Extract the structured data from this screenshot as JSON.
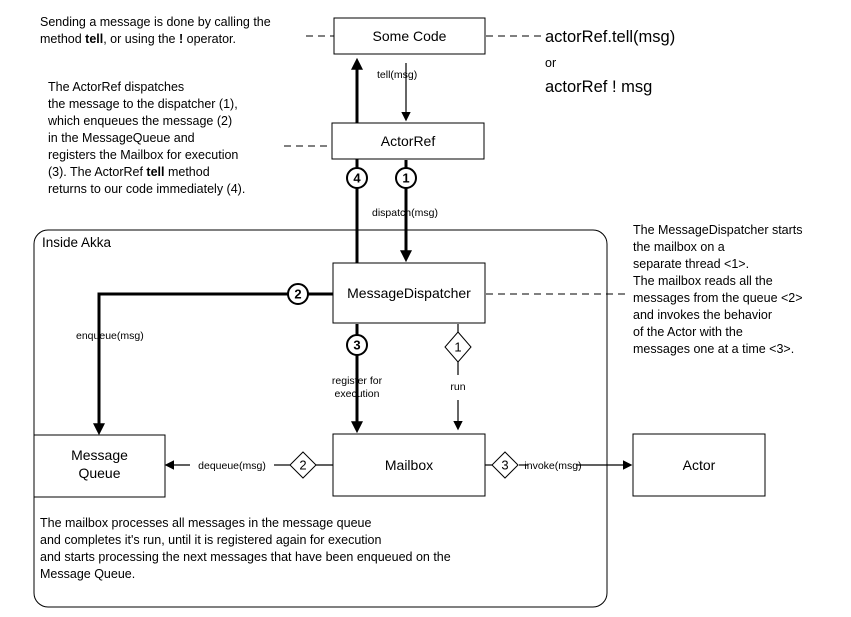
{
  "boxes": {
    "some_code": "Some Code",
    "actor_ref": "ActorRef",
    "message_dispatcher": "MessageDispatcher",
    "message_queue": [
      "Message",
      "Queue"
    ],
    "mailbox": "Mailbox",
    "actor": "Actor"
  },
  "region_label": "Inside Akka",
  "edge_labels": {
    "tell": "tell(msg)",
    "dispatch": "dispatch(msg)",
    "enqueue": "enqueue(msg)",
    "register": [
      "register for",
      "execution"
    ],
    "run": "run",
    "dequeue": "dequeue(msg)",
    "invoke": "invoke(msg)"
  },
  "markers": {
    "circle_4": "4",
    "circle_1": "1",
    "circle_2": "2",
    "circle_3": "3",
    "diamond_1": "1",
    "diamond_2": "2",
    "diamond_3": "3"
  },
  "code_samples": {
    "tell": "actorRef.tell(msg)",
    "or": "or",
    "bang": "actorRef ! msg"
  },
  "notes": {
    "sending": {
      "line1": "Sending a message is done by calling the",
      "line2_pre": "method ",
      "line2_bold": "tell",
      "line2_mid": ", or using the ",
      "line2_bold2": "!",
      "line2_post": " operator."
    },
    "actorref": {
      "line1": "The ActorRef dispatches",
      "line2": "the message to the dispatcher (1),",
      "line3": "which enqueues the message (2)",
      "line4": "in the MessageQueue and",
      "line5": "registers the Mailbox for execution",
      "line6_pre": "(3). The ActorRef ",
      "line6_bold": "tell",
      "line6_post": " method",
      "line7": "returns to our code immediately (4)."
    },
    "dispatcher": [
      "The MessageDispatcher starts",
      "the mailbox on a",
      "separate thread <1>.",
      "The mailbox reads all the",
      "messages from the queue <2>",
      "and invokes the behavior",
      "of the Actor with the",
      "messages one at a time <3>."
    ],
    "mailbox": [
      "The mailbox processes all messages in the message queue",
      "and completes it's run, until it is registered again for execution",
      "and starts processing the next messages that have been enqueued on the",
      "Message Queue."
    ]
  }
}
